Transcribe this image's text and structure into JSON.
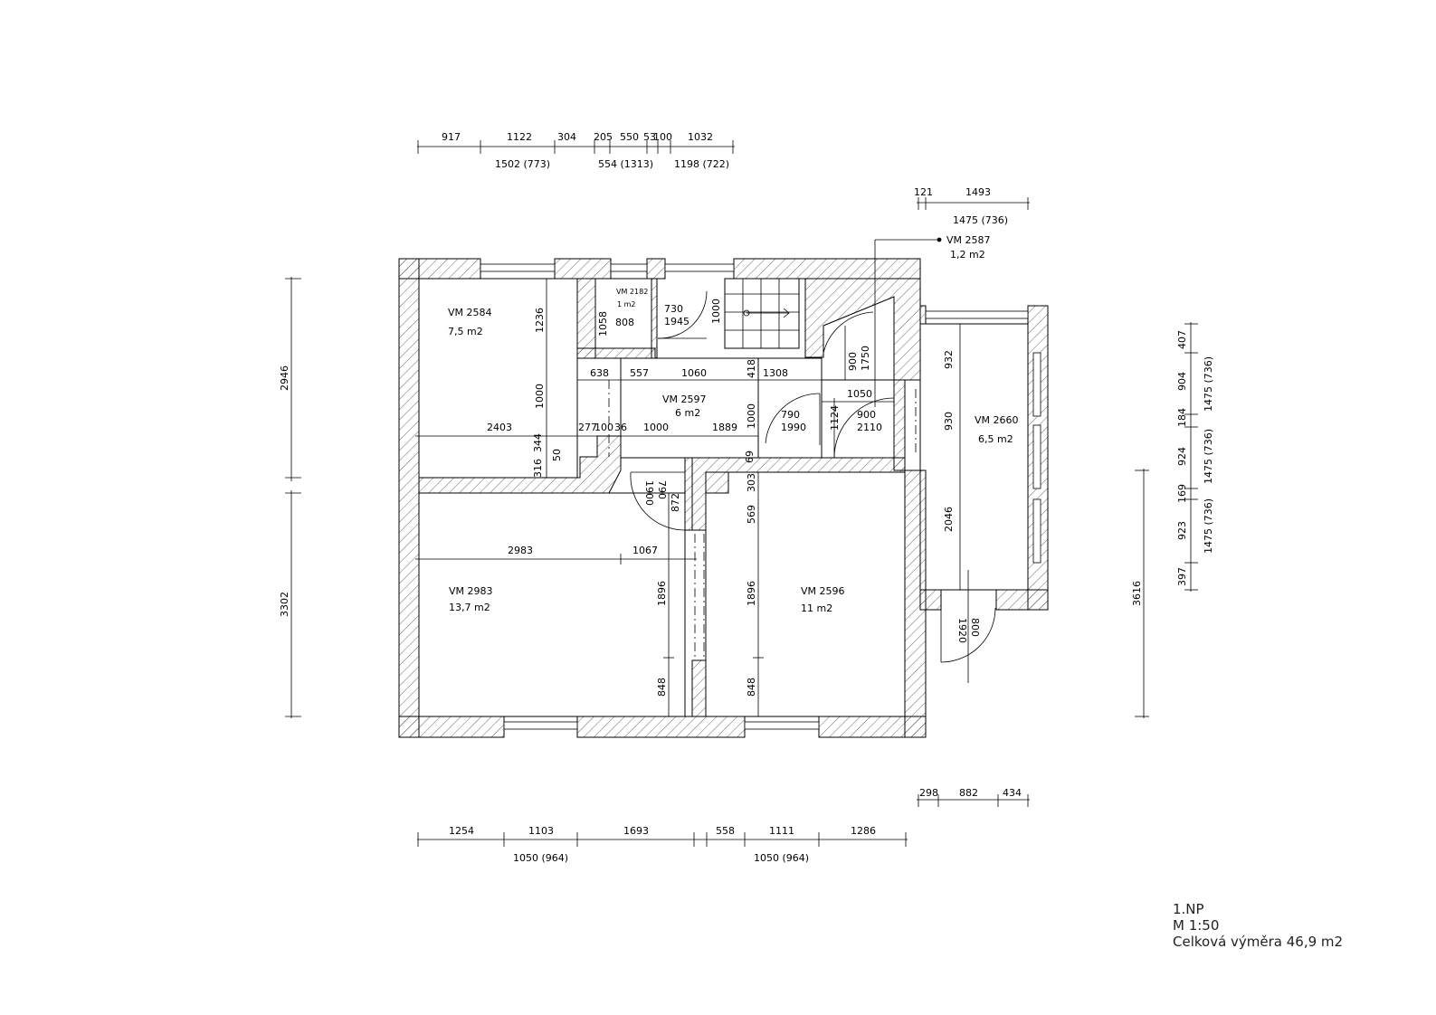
{
  "rooms": [
    {
      "id": "VM 2584",
      "area": "7,5 m2"
    },
    {
      "id": "VM 2182",
      "area": "1 m2"
    },
    {
      "id": "VM 2587",
      "area": "1,2 m2"
    },
    {
      "id": "VM 2597",
      "area": "6 m2"
    },
    {
      "id": "VM 2660",
      "area": "6,5 m2"
    },
    {
      "id": "VM 2983",
      "area": "13,7 m2"
    },
    {
      "id": "VM 2596",
      "area": "11 m2"
    }
  ],
  "top_dims": {
    "row1": [
      "917",
      "1122",
      "304",
      "205",
      "550",
      "53",
      "100",
      "1032"
    ],
    "row2": [
      "1502 (773)",
      "554 (1313)",
      "1198 (722)"
    ],
    "right_row1": [
      "121",
      "1493"
    ],
    "right_row2": "1475 (736)"
  },
  "bottom_dims": {
    "row1": [
      "1254",
      "1103",
      "1693",
      "558",
      "1111",
      "1286"
    ],
    "row2": [
      "1050 (964)",
      "1050 (964)"
    ],
    "right_row1": [
      "298",
      "882",
      "434"
    ]
  },
  "left_dims": [
    "2946",
    "3302"
  ],
  "right_dims": {
    "outer": "3616",
    "chain": [
      "407",
      "904",
      "184",
      "924",
      "169",
      "923",
      "397"
    ],
    "windows": [
      "1475 (736)",
      "1475 (736)",
      "1475 (736)"
    ]
  },
  "inner_dims": [
    "1236",
    "1000",
    "2403",
    "277",
    "100",
    "36",
    "344",
    "316",
    "50",
    "1058",
    "808",
    "730",
    "1945",
    "1000",
    "638",
    "557",
    "1060",
    "418",
    "1308",
    "1000",
    "1889",
    "1000",
    "790",
    "1990",
    "1124",
    "900",
    "2110",
    "1050",
    "900",
    "1750",
    "932",
    "930",
    "2046",
    "790",
    "1900",
    "872",
    "69",
    "303",
    "569",
    "2983",
    "1067",
    "1896",
    "848",
    "1896",
    "848",
    "800",
    "1920"
  ],
  "legend": {
    "floor": "1.NP",
    "scale": "M 1:50",
    "total": "Celková výměra 46,9 m2"
  }
}
